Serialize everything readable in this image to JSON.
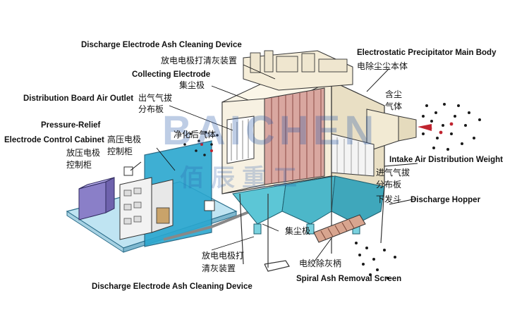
{
  "labels": {
    "discharge_top_en": "Discharge Electrode Ash Cleaning Device",
    "discharge_top_zh": "放电电极打清灰装置",
    "collecting_en": "Collecting Electrode",
    "collecting_zh": "集尘极",
    "distribution_en": "Distribution Board Air Outlet",
    "distribution_zh1": "出气气拔",
    "distribution_zh2": "分布板",
    "pressure_en": "Pressure-Relief",
    "electrode_en": "Electrode Control Cabinet",
    "hv_zh1": "高压电极",
    "hv_zh2": "控制柜",
    "relief_zh1": "放压电极",
    "relief_zh2": "控制柜",
    "clean_zh": "净化后气体",
    "main_body_en": "Electrostatic Precipitator Main Body",
    "main_body_zh": "电除尘尘本体",
    "dust_zh1": "含尘",
    "dust_zh2": "气体",
    "intake_en": "Intake Air Distribution Weight",
    "intake_zh1": "进气气拔",
    "intake_zh2": "分布板",
    "hopper_zh": "下发斗",
    "hopper_en": "Discharge Hopper",
    "collect_bottom_zh": "集尘极",
    "discharge_bottom_zh1": "放电电极打",
    "discharge_bottom_zh2": "清灰装置",
    "spiral_zh": "电绞除灰柄",
    "discharge_bottom_en": "Discharge Electrode Ash Cleaning Device",
    "spiral_en": "Spiral Ash Removal Screen"
  },
  "watermark": {
    "latin": "BAICHEN",
    "chinese": "佰辰重工"
  },
  "colors": {
    "panel": "#2aa7cf",
    "body": "#f5edd8",
    "hopper": "#5cc6d6",
    "electrode": "#d9a7a0",
    "dust_red": "#c0242f"
  }
}
